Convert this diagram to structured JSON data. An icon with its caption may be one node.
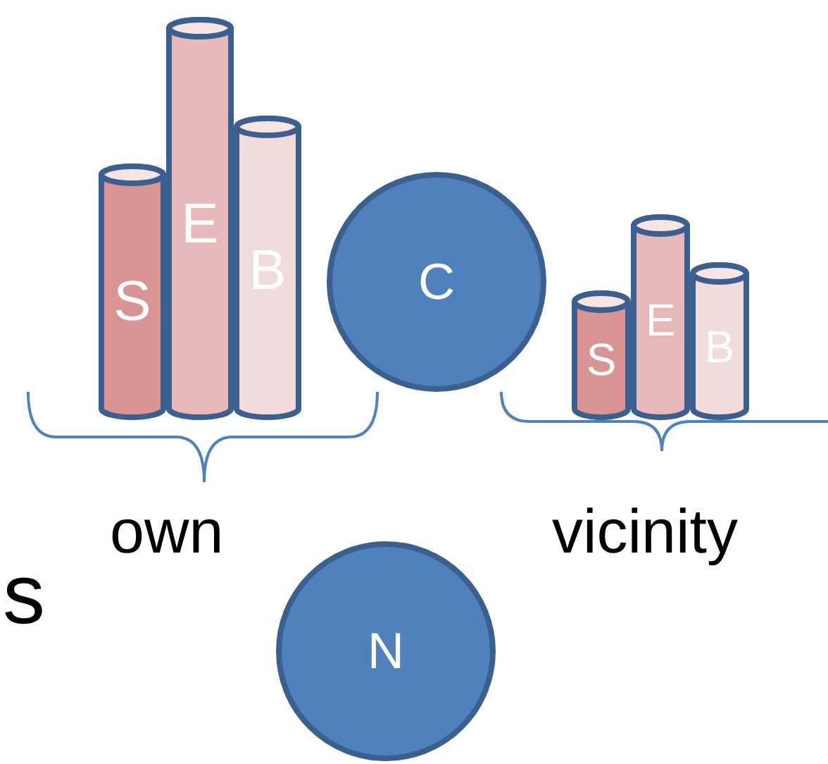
{
  "diagram": {
    "nodes": [
      {
        "text": [
          "S"
        ]
      },
      {
        "text": [
          "E"
        ]
      },
      {
        "text": [
          "B"
        ]
      },
      {
        "text": [
          "C"
        ]
      },
      {
        "text": [
          "S"
        ]
      },
      {
        "text": [
          "E"
        ]
      },
      {
        "text": [
          "B"
        ]
      },
      {
        "text": [
          "N"
        ]
      }
    ],
    "labels": [
      "own",
      "vicinity",
      "s"
    ]
  }
}
